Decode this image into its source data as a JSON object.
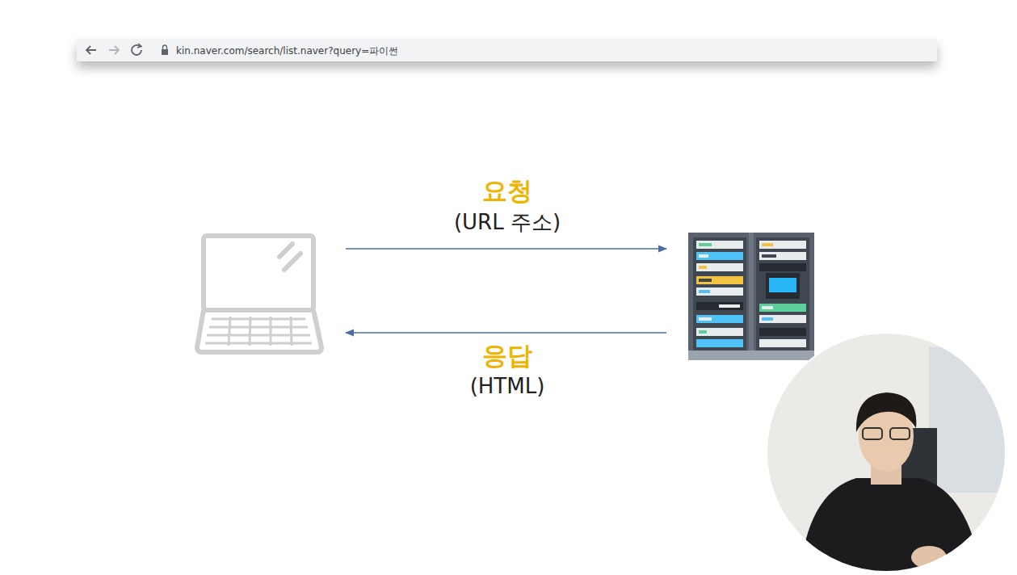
{
  "diagram": {
    "nodes": [
      {
        "text": [
          "kin.naver.com/search/list.naver?query=파이썬"
        ]
      }
    ],
    "labels": [
      "요청",
      "(URL 주소)",
      "응답",
      "(HTML)"
    ]
  }
}
